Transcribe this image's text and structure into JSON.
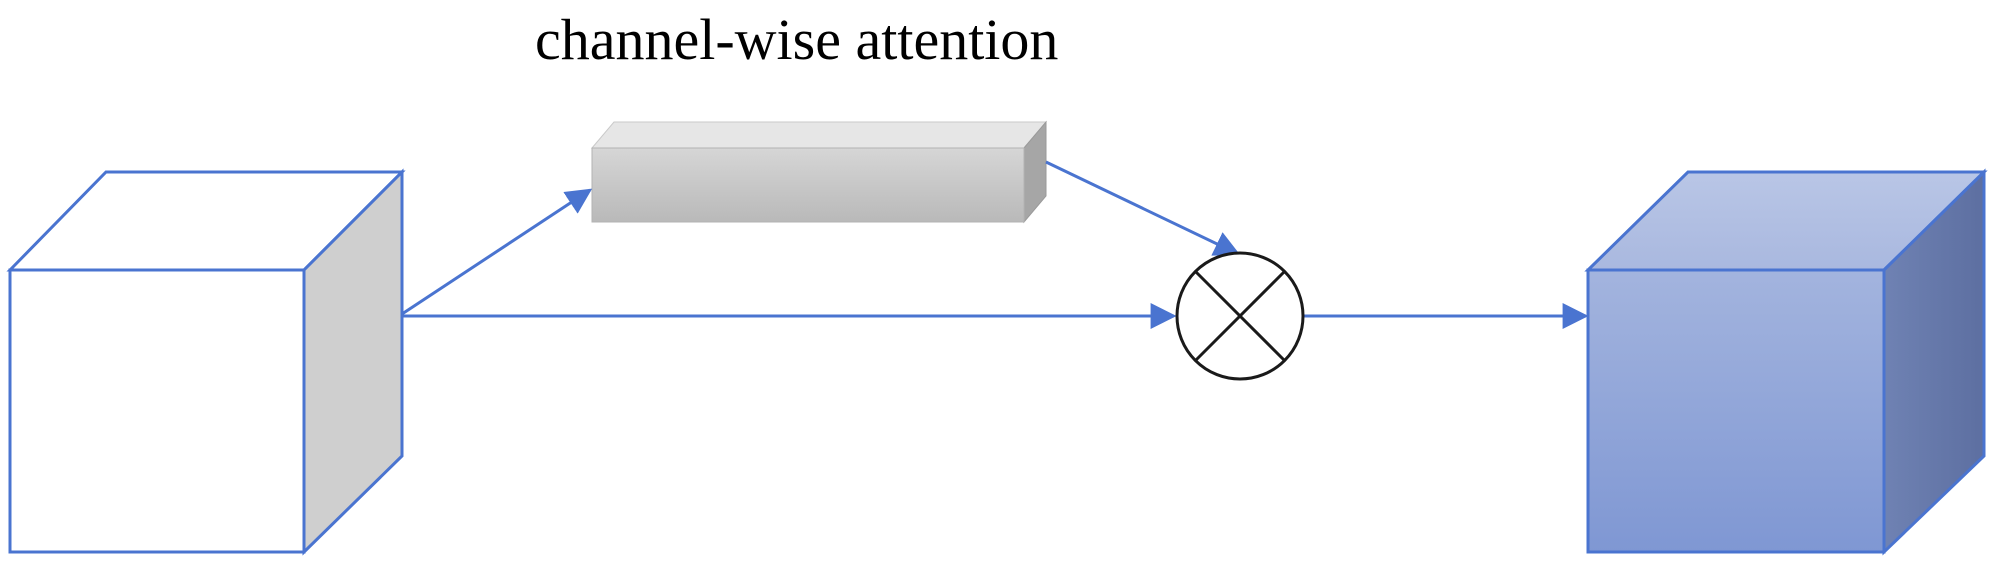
{
  "diagram": {
    "title": "channel-wise attention",
    "nodes": [
      {
        "id": "input-feature-map",
        "shape": "cube",
        "fill": "#ffffff",
        "side_fill": "#cfcfcf"
      },
      {
        "id": "attention-vector",
        "shape": "bar",
        "fill": "#c6c6c6"
      },
      {
        "id": "multiply-operator",
        "shape": "circle-cross"
      },
      {
        "id": "output-feature-map",
        "shape": "cube",
        "fill": "#8ea3d6"
      }
    ],
    "edges": [
      {
        "from": "input-feature-map",
        "to": "attention-vector"
      },
      {
        "from": "attention-vector",
        "to": "multiply-operator"
      },
      {
        "from": "input-feature-map",
        "to": "multiply-operator"
      },
      {
        "from": "multiply-operator",
        "to": "output-feature-map"
      }
    ],
    "colors": {
      "line": "#4a74d0",
      "operator_stroke": "#1a1a1a"
    }
  }
}
